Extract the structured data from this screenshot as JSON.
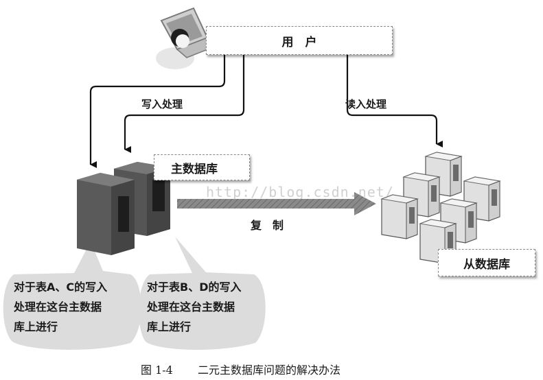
{
  "user": {
    "label": "用　户",
    "icon": "laptop-user-icon"
  },
  "flows": {
    "write_label": "写入处理",
    "read_label": "读入处理",
    "replicate_label": "复　制"
  },
  "master": {
    "label": "主数据库",
    "icon": "server-tower-icon"
  },
  "slave": {
    "label": "从数据库",
    "icon": "server-cluster-icon"
  },
  "bubbles": [
    {
      "lines": [
        "对于表A、C的写入",
        "处理在这台主数据",
        "库上进行"
      ]
    },
    {
      "lines": [
        "对于表B、D的写入",
        "处理在这台主数据",
        "库上进行"
      ]
    }
  ],
  "watermark": "http://blog.csdn.net/",
  "caption": {
    "figure": "图 1-4",
    "title": "二元主数据库问题的解决办法"
  }
}
